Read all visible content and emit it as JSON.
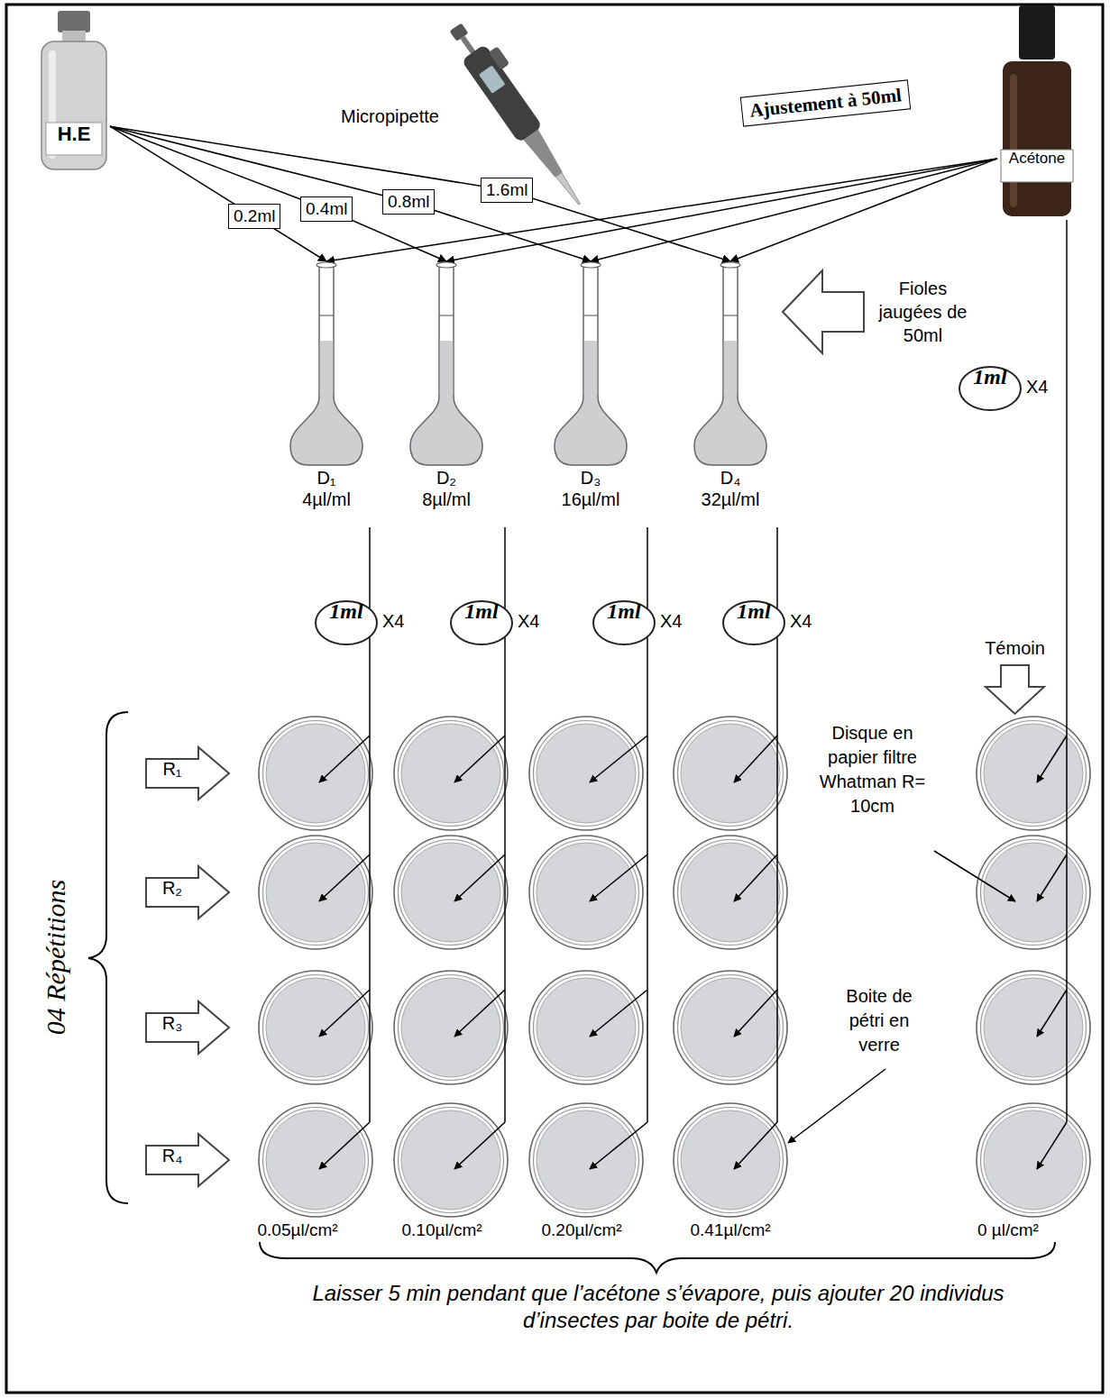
{
  "diagram": {
    "caption": "Laisser 5 min pendant que l’acétone s’évapore, puis ajouter 20 individus d’insectes par boite de pétri.",
    "nodes": [
      {
        "text": [
          "H.E"
        ]
      },
      {
        "text": [
          "Acétone"
        ]
      },
      {
        "text": [
          "D₁",
          "4µl/ml"
        ]
      },
      {
        "text": [
          "D₂",
          "8µl/ml"
        ]
      },
      {
        "text": [
          "D₃",
          "16µl/ml"
        ]
      },
      {
        "text": [
          "D₄",
          "32µl/ml"
        ]
      },
      {
        "text": [
          "Fioles jaugées de 50ml"
        ]
      },
      {
        "text": [
          "1ml",
          "X4"
        ]
      },
      {
        "text": [
          "1ml",
          "X4"
        ]
      },
      {
        "text": [
          "1ml",
          "X4"
        ]
      },
      {
        "text": [
          "1ml",
          "X4"
        ]
      },
      {
        "text": [
          "1ml",
          "X4"
        ]
      },
      {
        "text": [
          "Témoin"
        ]
      },
      {
        "text": [
          "R₁"
        ]
      },
      {
        "text": [
          "R₂"
        ]
      },
      {
        "text": [
          "R₃"
        ]
      },
      {
        "text": [
          "R₄"
        ]
      }
    ],
    "edges": [
      {
        "from": 0,
        "to": 2,
        "label": "0.2ml",
        "arrow": "to"
      },
      {
        "from": 0,
        "to": 3,
        "label": "0.4ml",
        "arrow": "to"
      },
      {
        "from": 0,
        "to": 4,
        "label": "0.8ml",
        "arrow": "to"
      },
      {
        "from": 0,
        "to": 5,
        "label": "1.6ml",
        "arrow": "to"
      },
      {
        "from": 1,
        "to": 2,
        "arrow": "to"
      },
      {
        "from": 1,
        "to": 3,
        "arrow": "to"
      },
      {
        "from": 1,
        "to": 4,
        "arrow": "to"
      },
      {
        "from": 1,
        "to": 5,
        "arrow": "to"
      }
    ],
    "labels": [
      "Micropipette",
      "Ajustement à 50ml",
      "04 Répétitions",
      "Disque en papier filtre Whatman R= 10cm",
      "Boite de pétri en verre",
      "0.05µl/cm²",
      "0.10µl/cm²",
      "0.20µl/cm²",
      "0.41µl/cm²",
      "0 µl/cm²"
    ]
  }
}
